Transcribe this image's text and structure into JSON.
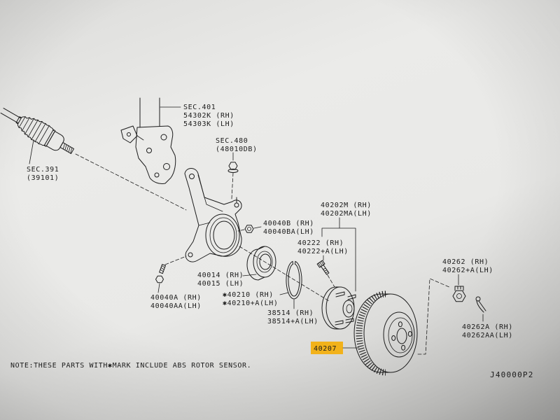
{
  "ink_color": "#1c1c1c",
  "highlight_color": "#f2b21b",
  "callouts": {
    "sec401": [
      "SEC.401",
      "54302K (RH)",
      "54303K (LH)"
    ],
    "sec480": [
      "SEC.480",
      "(48010DB)"
    ],
    "sec391": [
      "SEC.391",
      "(39101)"
    ],
    "nut_40040b": [
      "40040B (RH)",
      "40040BA(LH)"
    ],
    "bearing_40014": [
      "40014 (RH)",
      "40015 (LH)"
    ],
    "bolt_40040a": [
      "40040A (RH)",
      "40040AA(LH)"
    ],
    "hub_40202m": [
      "40202M (RH)",
      "40202MA(LH)"
    ],
    "stud_40222": [
      "40222 (RH)",
      "40222+A(LH)"
    ],
    "snap_ring_40210": [
      "✱40210 (RH)",
      "✱40210+A(LH)"
    ],
    "part_38514": [
      "38514 (RH)",
      "38514+A(LH)"
    ],
    "nut_40262": [
      "40262 (RH)",
      "40262+A(LH)"
    ],
    "pin_40262a": [
      "40262A (RH)",
      "40262AA(LH)"
    ],
    "rotor_40207": [
      "40207"
    ]
  },
  "note": "NOTE:THESE PARTS WITH✱MARK INCLUDE ABS ROTOR SENSOR.",
  "figure_id": "J40000P2"
}
